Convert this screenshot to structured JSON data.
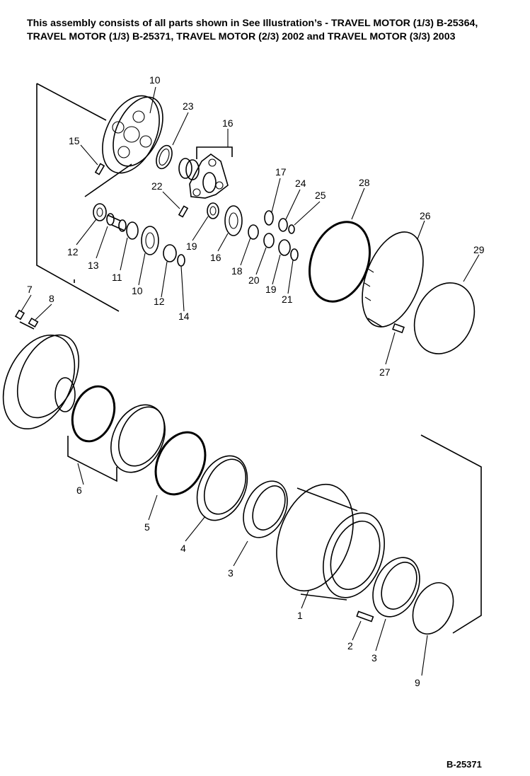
{
  "header": {
    "line1": "This assembly consists of all parts shown in See Illustration’s - TRAVEL MOTOR (1/3) B-25364,",
    "line2": "TRAVEL MOTOR (1/3) B-25371, TRAVEL MOTOR (2/3) 2002 and TRAVEL MOTOR (3/3) 2003"
  },
  "callouts": {
    "c1": "1",
    "c2": "2",
    "c3a": "3",
    "c3b": "3",
    "c4": "4",
    "c5": "5",
    "c6": "6",
    "c7": "7",
    "c8": "8",
    "c9": "9",
    "c10a": "10",
    "c10b": "10",
    "c11": "11",
    "c12a": "12",
    "c12b": "12",
    "c13": "13",
    "c14": "14",
    "c15": "15",
    "c16a": "16",
    "c16b": "16",
    "c17": "17",
    "c18": "18",
    "c19a": "19",
    "c19b": "19",
    "c20": "20",
    "c21": "21",
    "c22": "22",
    "c23": "23",
    "c24": "24",
    "c25": "25",
    "c26": "26",
    "c27": "27",
    "c28": "28",
    "c29": "29"
  },
  "footer": {
    "drawing_id": "B-25371"
  }
}
